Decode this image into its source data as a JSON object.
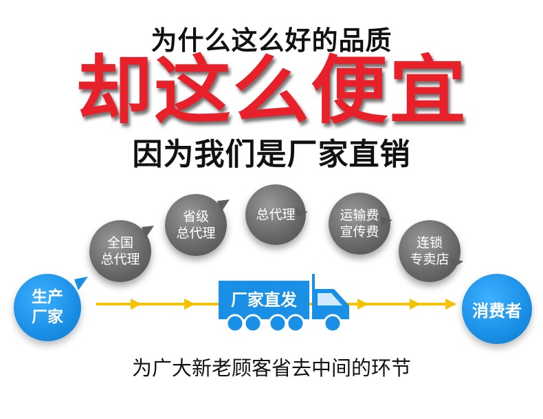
{
  "headline": {
    "line1": "为什么这么好的品质",
    "line2": "却这么便宜",
    "line3": "因为我们是厂家直销"
  },
  "flow": {
    "start": [
      "生产",
      "厂家"
    ],
    "end": "消费者",
    "truck_label": "厂家直发",
    "middlemen": [
      [
        "全国",
        "总代理"
      ],
      [
        "省级",
        "总代理"
      ],
      [
        "总代理"
      ],
      [
        "运输费",
        "宣传费"
      ],
      [
        "连锁",
        "专卖店"
      ]
    ]
  },
  "footer": "为广大新老顾客省去中间的环节",
  "colors": {
    "accent_red": "#e8202a",
    "blue": "#1a8fe6",
    "arrow_yellow": "#f5c200",
    "bubble_gray": "#6a6a6a"
  }
}
